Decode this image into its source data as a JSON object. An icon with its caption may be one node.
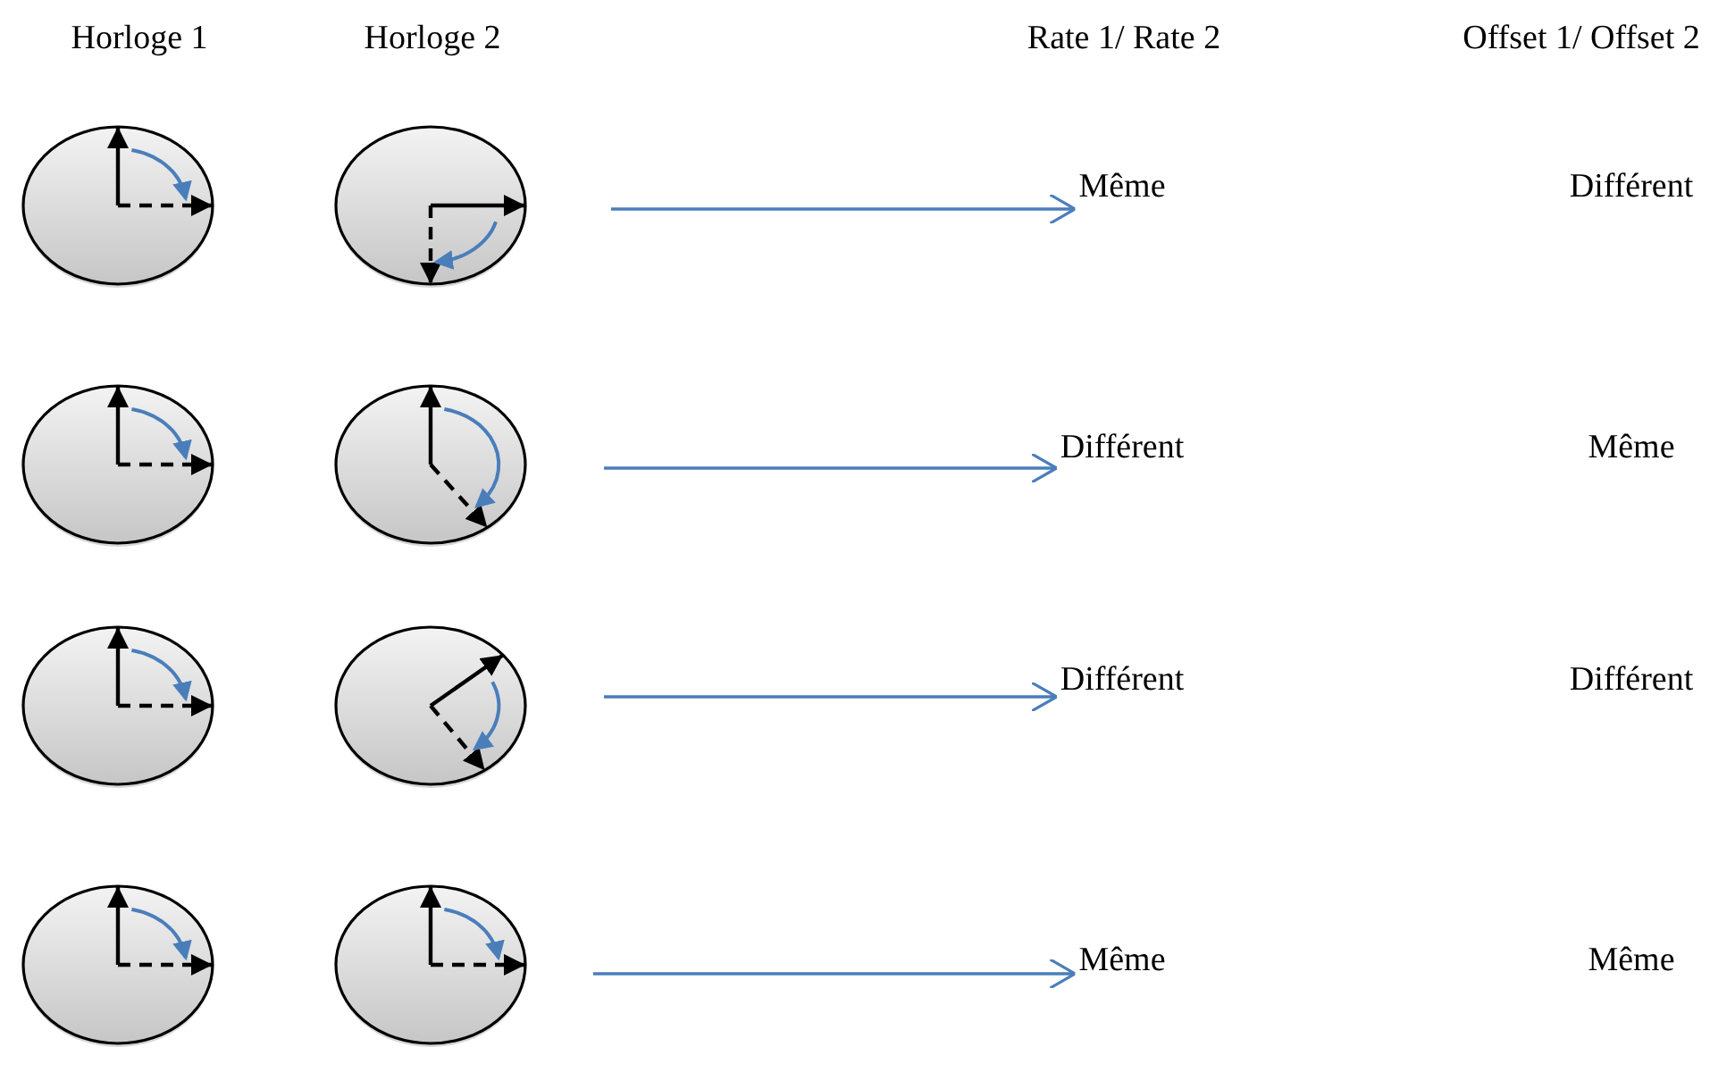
{
  "diagram": {
    "nodes": [
      {
        "text": [],
        "shape": "picture"
      },
      {
        "text": [],
        "shape": "picture"
      },
      {
        "text": [
          "Même"
        ]
      },
      {
        "text": [
          "Différent"
        ]
      },
      {
        "text": [],
        "shape": "picture"
      },
      {
        "text": [],
        "shape": "picture"
      },
      {
        "text": [
          "Différent"
        ]
      },
      {
        "text": [
          "Même"
        ]
      },
      {
        "text": [],
        "shape": "picture"
      },
      {
        "text": [],
        "shape": "picture"
      },
      {
        "text": [
          "Différent"
        ]
      },
      {
        "text": [
          "Différent"
        ]
      },
      {
        "text": [],
        "shape": "picture"
      },
      {
        "text": [],
        "shape": "picture"
      },
      {
        "text": [
          "Même"
        ]
      },
      {
        "text": [
          "Même"
        ]
      }
    ],
    "edges": [
      {
        "from": null,
        "to": 2,
        "arrow": "to"
      },
      {
        "from": null,
        "to": 6,
        "arrow": "to"
      },
      {
        "from": null,
        "to": 10,
        "arrow": "to"
      },
      {
        "from": null,
        "to": 14,
        "arrow": "to"
      }
    ],
    "labels": [
      "Horloge 1",
      "Horloge 2",
      "Rate 1/ Rate 2",
      "Offset 1/ Offset 2"
    ]
  }
}
